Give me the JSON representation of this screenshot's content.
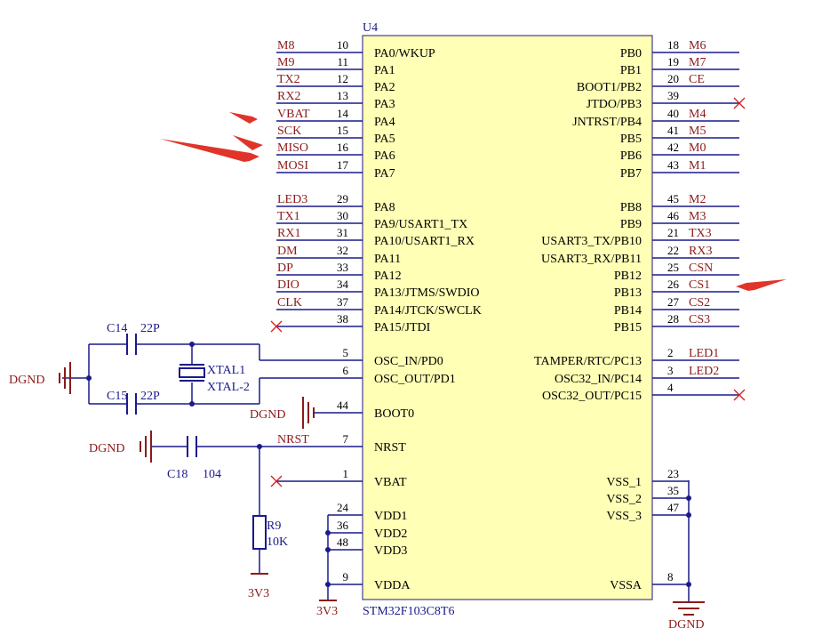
{
  "chip": {
    "designator": "U4",
    "part_number": "STM32F103C8T6",
    "body_color": "#FFFFB5"
  },
  "colors": {
    "wire": "#1A1A8C",
    "net_label": "#8B1A1A",
    "pin_text": "#000000",
    "ground": "#8B1A1A",
    "arrow": "#E0342A",
    "no_connect": "#D02020"
  },
  "left_pins": [
    {
      "num": "10",
      "name": "PA0/WKUP",
      "net": "M8"
    },
    {
      "num": "11",
      "name": "PA1",
      "net": "M9"
    },
    {
      "num": "12",
      "name": "PA2",
      "net": "TX2"
    },
    {
      "num": "13",
      "name": "PA3",
      "net": "RX2"
    },
    {
      "num": "14",
      "name": "PA4",
      "net": "VBAT"
    },
    {
      "num": "15",
      "name": "PA5",
      "net": "SCK"
    },
    {
      "num": "16",
      "name": "PA6",
      "net": "MISO"
    },
    {
      "num": "17",
      "name": "PA7",
      "net": "MOSI"
    },
    {
      "num": "29",
      "name": "PA8",
      "net": "LED3"
    },
    {
      "num": "30",
      "name": "PA9/USART1_TX",
      "net": "TX1"
    },
    {
      "num": "31",
      "name": "PA10/USART1_RX",
      "net": "RX1"
    },
    {
      "num": "32",
      "name": "PA11",
      "net": "DM"
    },
    {
      "num": "33",
      "name": "PA12",
      "net": "DP"
    },
    {
      "num": "34",
      "name": "PA13/JTMS/SWDIO",
      "net": "DIO"
    },
    {
      "num": "37",
      "name": "PA14/JTCK/SWCLK",
      "net": "CLK"
    },
    {
      "num": "38",
      "name": "PA15/JTDI",
      "net": ""
    },
    {
      "num": "5",
      "name": "OSC_IN/PD0",
      "net": ""
    },
    {
      "num": "6",
      "name": "OSC_OUT/PD1",
      "net": ""
    },
    {
      "num": "44",
      "name": "BOOT0",
      "net": ""
    },
    {
      "num": "7",
      "name": "NRST",
      "net": "NRST"
    },
    {
      "num": "1",
      "name": "VBAT",
      "net": ""
    },
    {
      "num": "24",
      "name": "VDD1",
      "net": ""
    },
    {
      "num": "36",
      "name": "VDD2",
      "net": ""
    },
    {
      "num": "48",
      "name": "VDD3",
      "net": ""
    },
    {
      "num": "9",
      "name": "VDDA",
      "net": ""
    }
  ],
  "right_pins": [
    {
      "num": "18",
      "name": "PB0",
      "net": "M6"
    },
    {
      "num": "19",
      "name": "PB1",
      "net": "M7"
    },
    {
      "num": "20",
      "name": "BOOT1/PB2",
      "net": "CE"
    },
    {
      "num": "39",
      "name": "JTDO/PB3",
      "net": ""
    },
    {
      "num": "40",
      "name": "JNTRST/PB4",
      "net": "M4"
    },
    {
      "num": "41",
      "name": "PB5",
      "net": "M5"
    },
    {
      "num": "42",
      "name": "PB6",
      "net": "M0"
    },
    {
      "num": "43",
      "name": "PB7",
      "net": "M1"
    },
    {
      "num": "45",
      "name": "PB8",
      "net": "M2"
    },
    {
      "num": "46",
      "name": "PB9",
      "net": "M3"
    },
    {
      "num": "21",
      "name": "USART3_TX/PB10",
      "net": "TX3"
    },
    {
      "num": "22",
      "name": "USART3_RX/PB11",
      "net": "RX3"
    },
    {
      "num": "25",
      "name": "PB12",
      "net": "CSN"
    },
    {
      "num": "26",
      "name": "PB13",
      "net": "CS1"
    },
    {
      "num": "27",
      "name": "PB14",
      "net": "CS2"
    },
    {
      "num": "28",
      "name": "PB15",
      "net": "CS3"
    },
    {
      "num": "2",
      "name": "TAMPER/RTC/PC13",
      "net": "LED1"
    },
    {
      "num": "3",
      "name": "OSC32_IN/PC14",
      "net": "LED2"
    },
    {
      "num": "4",
      "name": "OSC32_OUT/PC15",
      "net": ""
    },
    {
      "num": "23",
      "name": "VSS_1",
      "net": ""
    },
    {
      "num": "35",
      "name": "VSS_2",
      "net": ""
    },
    {
      "num": "47",
      "name": "VSS_3",
      "net": ""
    },
    {
      "num": "8",
      "name": "VSSA",
      "net": ""
    }
  ],
  "components": {
    "c14": {
      "ref": "C14",
      "value": "22P"
    },
    "c15": {
      "ref": "C15",
      "value": "22P"
    },
    "c18": {
      "ref": "C18",
      "value": "104"
    },
    "xtal": {
      "ref": "XTAL1",
      "value": "XTAL-2"
    },
    "r9": {
      "ref": "R9",
      "value": "10K"
    }
  },
  "power": {
    "dgnd": "DGND",
    "v3v3": "3V3"
  }
}
